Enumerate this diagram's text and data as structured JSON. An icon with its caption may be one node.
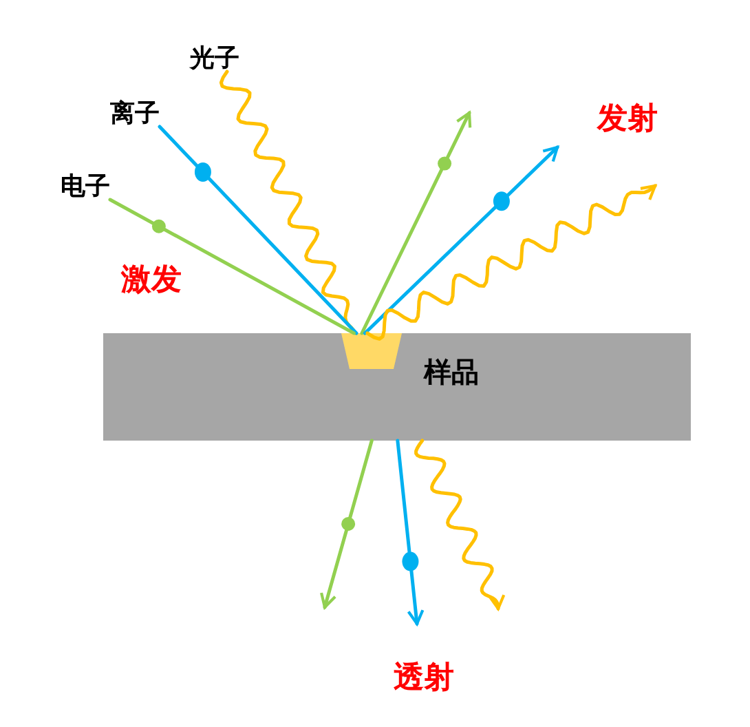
{
  "diagram": {
    "nodes": [
      {
        "text": [
          "光子"
        ]
      },
      {
        "text": [
          "离子"
        ]
      },
      {
        "text": [
          "电子"
        ]
      },
      {
        "text": [
          "样品"
        ]
      },
      {
        "text": [],
        "shape": "trapezoid",
        "in": 3
      }
    ],
    "edges": [
      {
        "from": 0,
        "to": 4,
        "arrow": "none",
        "color": "#ffc000"
      },
      {
        "from": 1,
        "to": 4,
        "arrow": "none",
        "color": "#00b0f0"
      },
      {
        "from": 2,
        "to": 4,
        "arrow": "none",
        "color": "#92d050"
      },
      {
        "from": 4,
        "to": null,
        "arrow": "to",
        "color": "#92d050"
      },
      {
        "from": 4,
        "to": null,
        "arrow": "to",
        "color": "#00b0f0"
      },
      {
        "from": 4,
        "to": null,
        "arrow": "to",
        "color": "#ffc000"
      },
      {
        "from": 3,
        "to": null,
        "arrow": "to",
        "color": "#92d050"
      },
      {
        "from": 3,
        "to": null,
        "arrow": "to",
        "color": "#00b0f0"
      },
      {
        "from": 3,
        "to": null,
        "arrow": "to",
        "color": "#ffc000"
      }
    ],
    "labels": [
      "激发",
      "发射",
      "透射"
    ]
  }
}
